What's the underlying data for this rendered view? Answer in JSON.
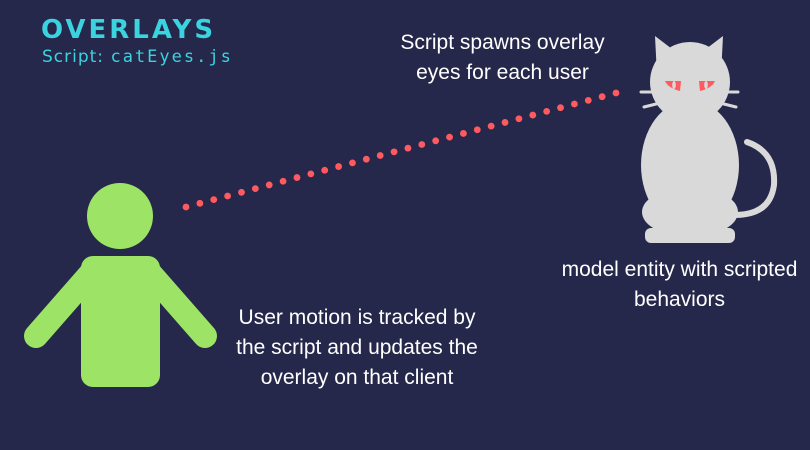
{
  "header": {
    "title": "OVERLAYS",
    "script_label": "Script:",
    "script_name": "catEyes.js"
  },
  "captions": {
    "spawn": "Script spawns overlay eyes for each user",
    "entity": "model entity with scripted behaviors",
    "user": "User motion is tracked by the script and updates the overlay on that client"
  },
  "colors": {
    "background": "#25284a",
    "accent": "#3ad3df",
    "user": "#9de466",
    "cat": "#d9d9d9",
    "eyes_and_link": "#ff5a5f"
  },
  "icons": [
    "user-icon",
    "cat-icon"
  ]
}
